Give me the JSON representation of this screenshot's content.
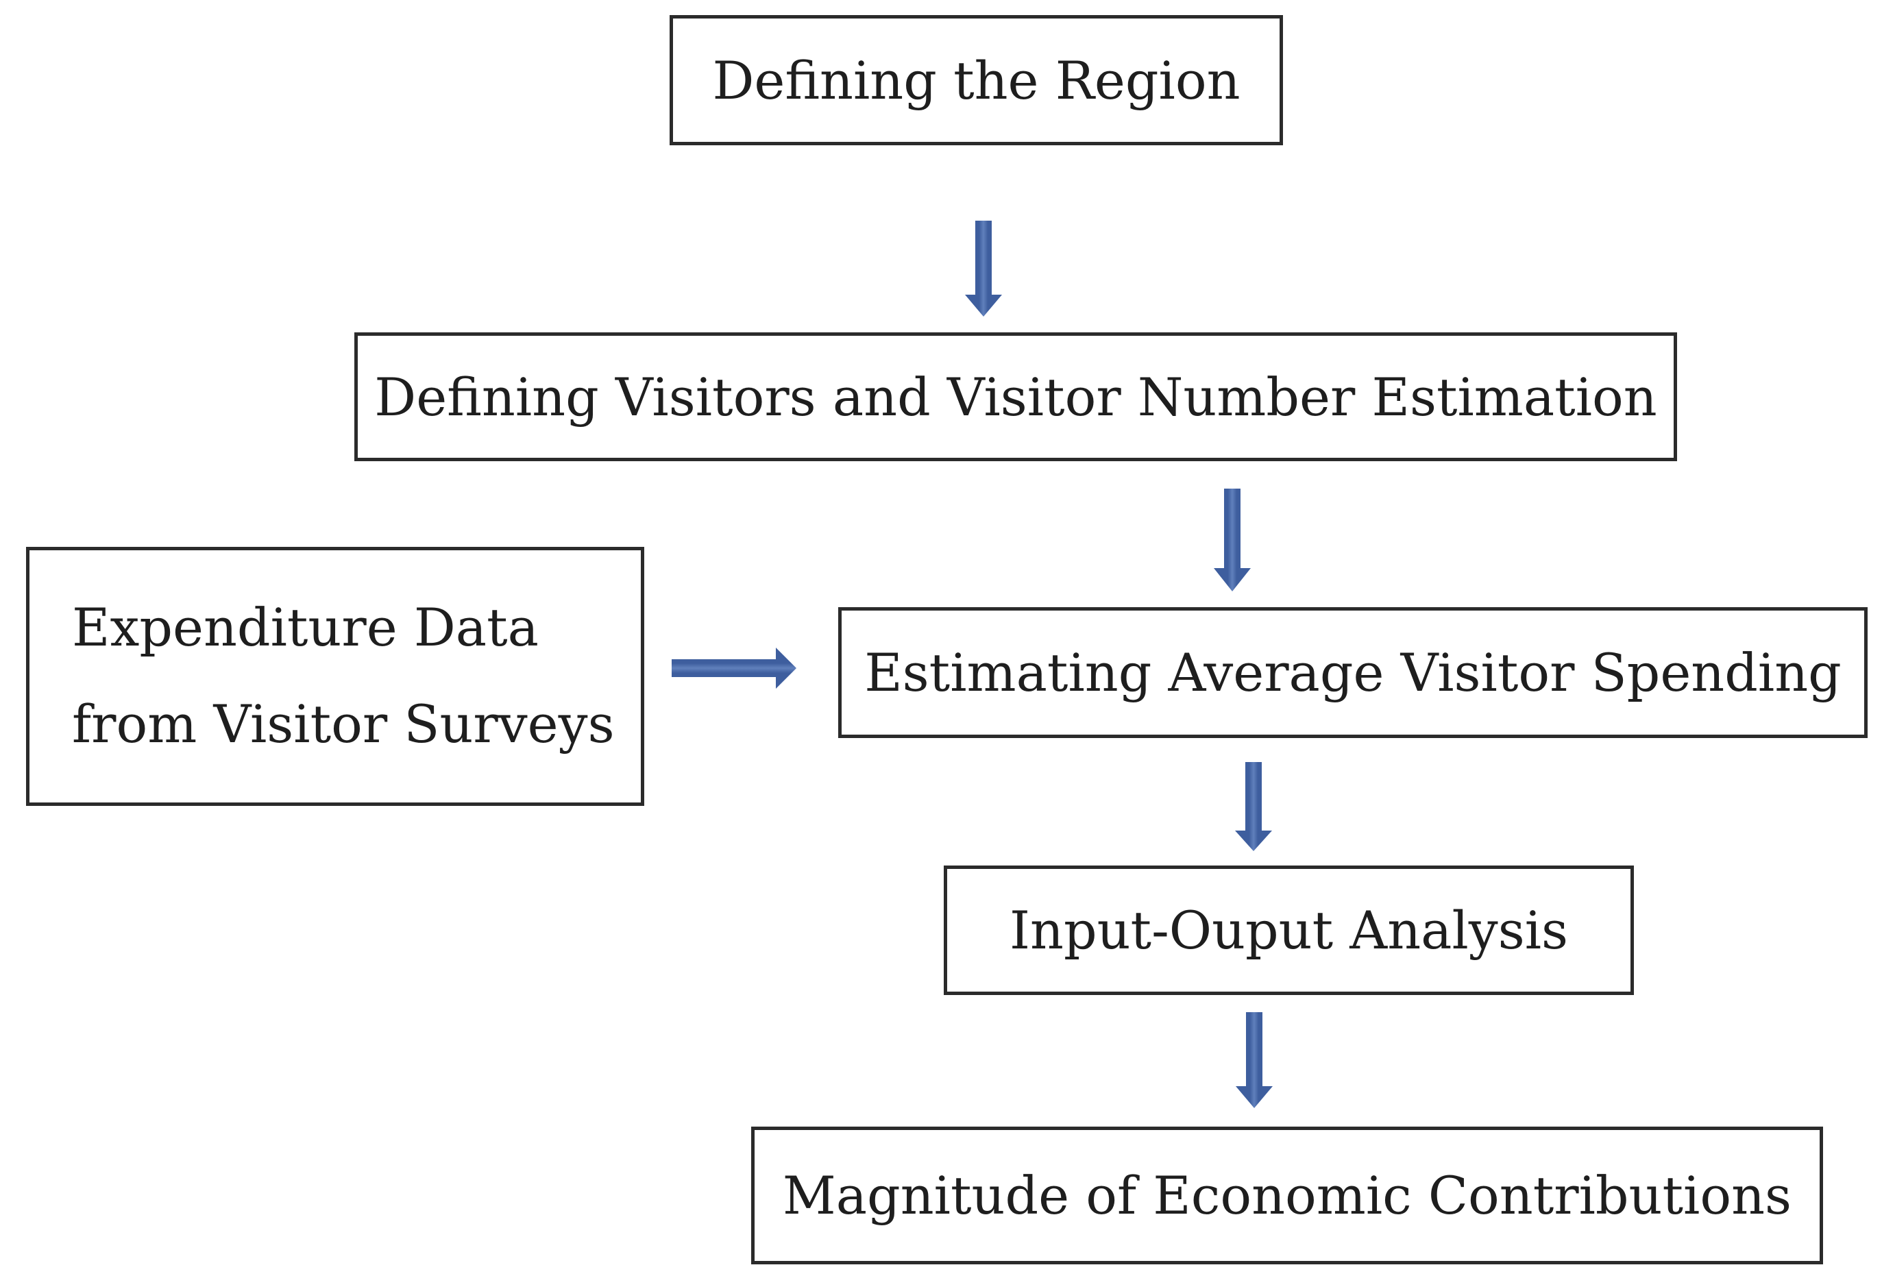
{
  "figure": {
    "type": "flowchart",
    "description": "Process flow of estimating regional economic contributions of visitors"
  },
  "colors": {
    "page_bg": "#ffffff",
    "box_border": "#2b2b2b",
    "box_fill": "#ffffff",
    "text_color": "#1e1e1e",
    "arrow_main": "#3e5e9e",
    "arrow_highlight": "#6080bc"
  },
  "nodes": {
    "defining_region": {
      "label": "Defining the Region"
    },
    "defining_visitors": {
      "label": "Defining Visitors and Visitor Number Estimation"
    },
    "expenditure_data": {
      "line1": "Expenditure Data",
      "line2": "from Visitor Surveys"
    },
    "estimating_spending": {
      "label": "Estimating Average Visitor Spending"
    },
    "input_output": {
      "label": "Input-Ouput Analysis"
    },
    "magnitude": {
      "label": "Magnitude of Economic Contributions"
    }
  },
  "edges": [
    {
      "from": "defining_region",
      "to": "defining_visitors",
      "direction": "down"
    },
    {
      "from": "defining_visitors",
      "to": "estimating_spending",
      "direction": "down"
    },
    {
      "from": "expenditure_data",
      "to": "estimating_spending",
      "direction": "right"
    },
    {
      "from": "estimating_spending",
      "to": "input_output",
      "direction": "down"
    },
    {
      "from": "input_output",
      "to": "magnitude",
      "direction": "down"
    }
  ],
  "icons": {
    "arrow_down": "arrow-down-icon",
    "arrow_right": "arrow-right-icon"
  }
}
